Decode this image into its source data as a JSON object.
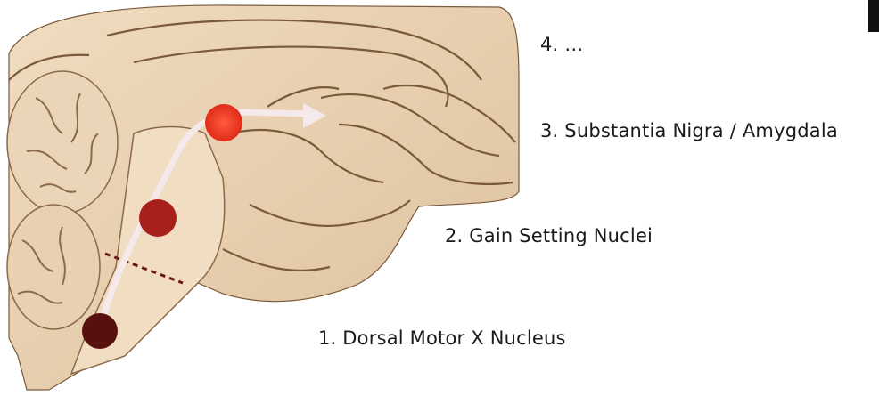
{
  "labels": {
    "stage_4": "4. …",
    "stage_3": "3. Substantia Nigra / Amygdala",
    "stage_2": "2. Gain Setting Nuclei",
    "stage_1": "1. Dorsal Motor X Nucleus"
  },
  "colors": {
    "tissue": "#e9d3b5",
    "tissue_dark": "#8a6a4a",
    "stage_1_marker": "#5a0f0f",
    "stage_2_marker": "#a8201a",
    "stage_3_marker": "#ff3b20",
    "arrow": "#f6e9ec"
  }
}
